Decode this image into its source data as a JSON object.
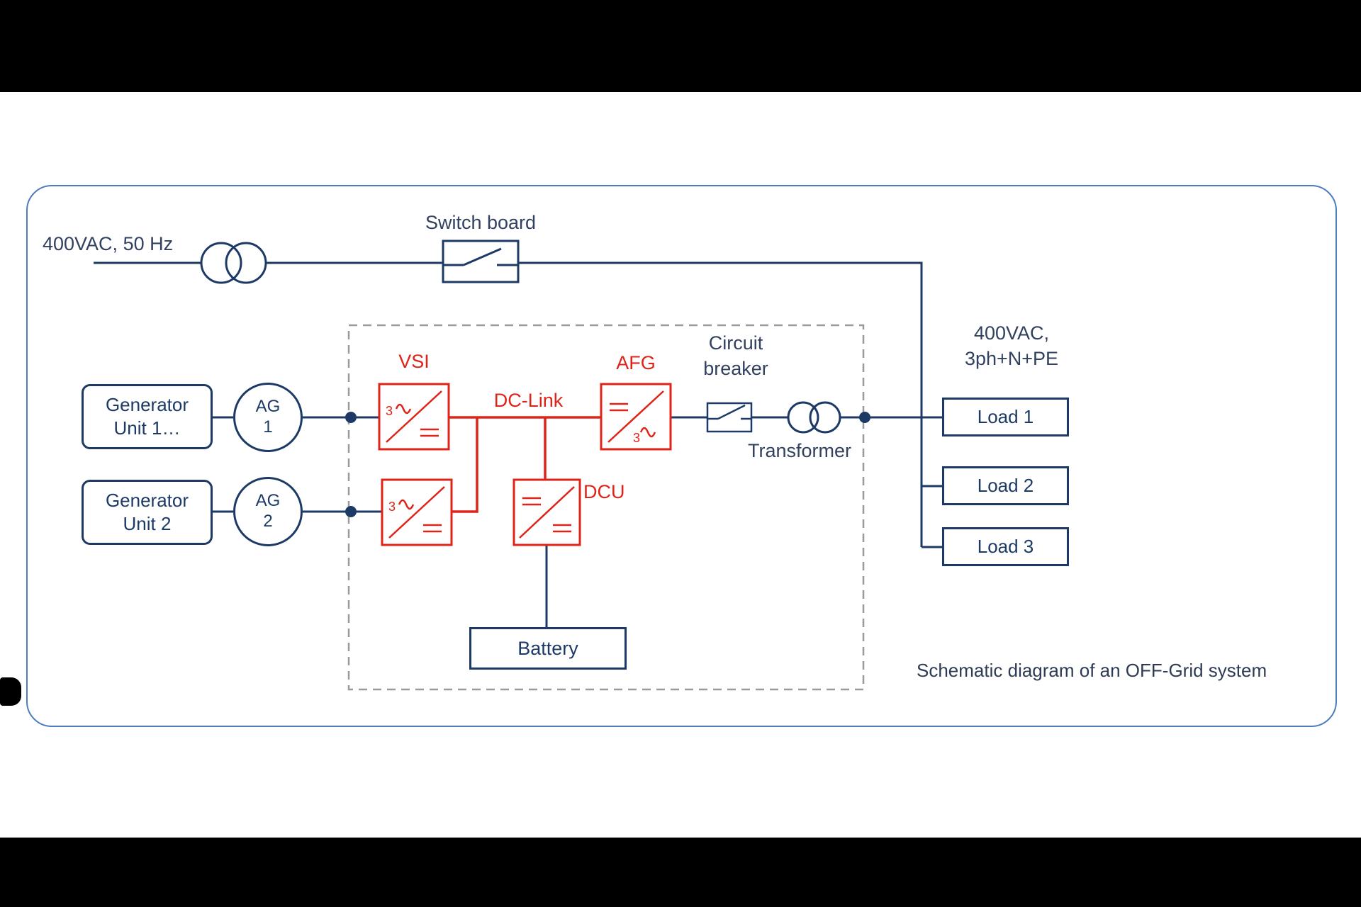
{
  "labels": {
    "grid_feed": "400VAC, 50 Hz",
    "switch_board": "Switch board",
    "output_spec_line1": "400VAC,",
    "output_spec_line2": "3ph+N+PE",
    "vsi": "VSI",
    "dc_link": "DC-Link",
    "afg": "AFG",
    "dcu": "DCU",
    "circuit_breaker_line1": "Circuit",
    "circuit_breaker_line2": "breaker",
    "transformer": "Transformer",
    "battery": "Battery",
    "caption": "Schematic diagram of an OFF-Grid system"
  },
  "generators": [
    {
      "line1": "Generator",
      "line2": "Unit 1…",
      "machine": {
        "line1": "AG",
        "line2": "1"
      }
    },
    {
      "line1": "Generator",
      "line2": "Unit 2",
      "machine": {
        "line1": "AG",
        "line2": "2"
      }
    }
  ],
  "loads": [
    "Load 1",
    "Load 2",
    "Load 3"
  ],
  "symbols": {
    "phase": "3"
  },
  "colors": {
    "wire_navy": "#1d3a66",
    "converter_red": "#e02318",
    "frame_blue": "#4d7dbf",
    "enclosure_gray": "#9a9a9a"
  }
}
